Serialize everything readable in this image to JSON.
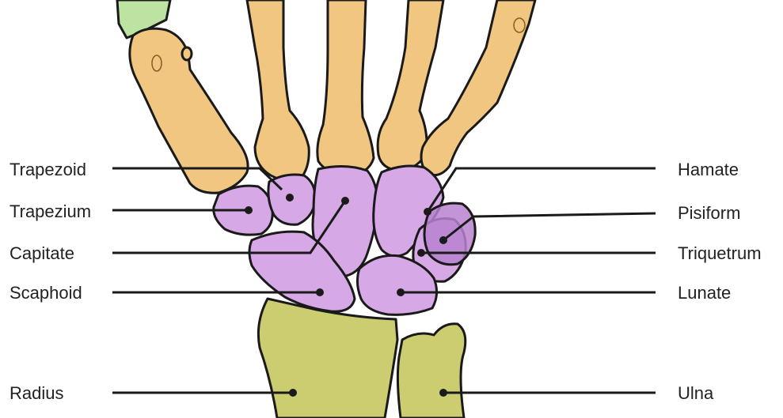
{
  "colors": {
    "metacarpal": "#f0c680",
    "carpal": "#d7a8e6",
    "carpal_shade": "#b883cf",
    "forearm": "#cccc70",
    "phalanx_green": "#bde3a2",
    "outline": "#1a1a1a"
  },
  "labels": {
    "trapezoid": "Trapezoid",
    "trapezium": "Trapezium",
    "capitate": "Capitate",
    "scaphoid": "Scaphoid",
    "radius": "Radius",
    "hamate": "Hamate",
    "pisiform": "Pisiform",
    "triquetrum": "Triquetrum",
    "lunate": "Lunate",
    "ulna": "Ulna"
  }
}
